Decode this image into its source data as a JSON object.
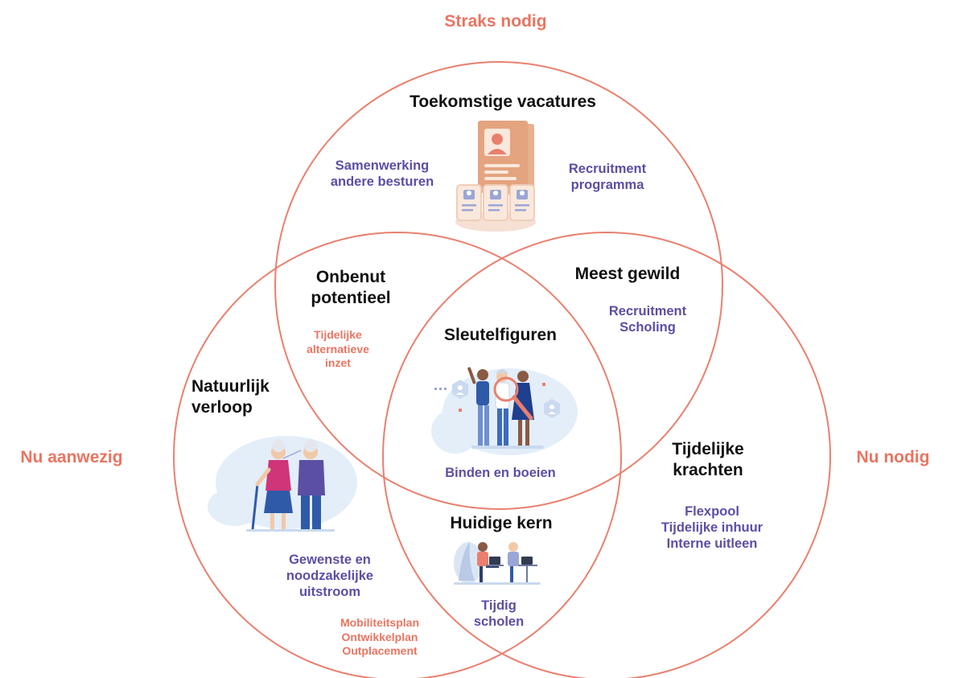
{
  "axes": {
    "top": "Straks nodig",
    "left": "Nu aanwezig",
    "right": "Nu nodig"
  },
  "regions": {
    "future_vacancies": {
      "title": "Toekomstige vacatures",
      "left_note": [
        "Samenwerking",
        "andere besturen"
      ],
      "right_note": [
        "Recruitment",
        "programma"
      ]
    },
    "untapped_potential": {
      "title": [
        "Onbenut",
        "potentieel"
      ],
      "note": [
        "Tijdelijke",
        "alternatieve",
        "inzet"
      ]
    },
    "most_wanted": {
      "title": "Meest gewild",
      "note": [
        "Recruitment",
        "Scholing"
      ]
    },
    "key_figures": {
      "title": "Sleutelfiguren",
      "note": "Binden en boeien"
    },
    "natural_attrition": {
      "title": [
        "Natuurlijk",
        "verloop"
      ],
      "note": [
        "Gewenste en",
        "noodzakelijke",
        "uitstroom"
      ],
      "plans": [
        "Mobiliteitsplan",
        "Ontwikkelplan",
        "Outplacement"
      ]
    },
    "temporary_staff": {
      "title": [
        "Tijdelijke",
        "krachten"
      ],
      "note": [
        "Flexpool",
        "Tijdelijke inhuur",
        "Interne uitleen"
      ]
    },
    "current_core": {
      "title": "Huidige kern",
      "note": [
        "Tijdig",
        "scholen"
      ]
    }
  },
  "colors": {
    "circle_stroke": "#e9806e",
    "axis_text": "#ea7461",
    "title_text": "#111111",
    "note_text": "#5b4fa3",
    "plan_text": "#ea7461"
  },
  "icons": [
    "resume-illustration",
    "elderly-couple-illustration",
    "team-magnifier-illustration",
    "laptop-workers-illustration"
  ]
}
